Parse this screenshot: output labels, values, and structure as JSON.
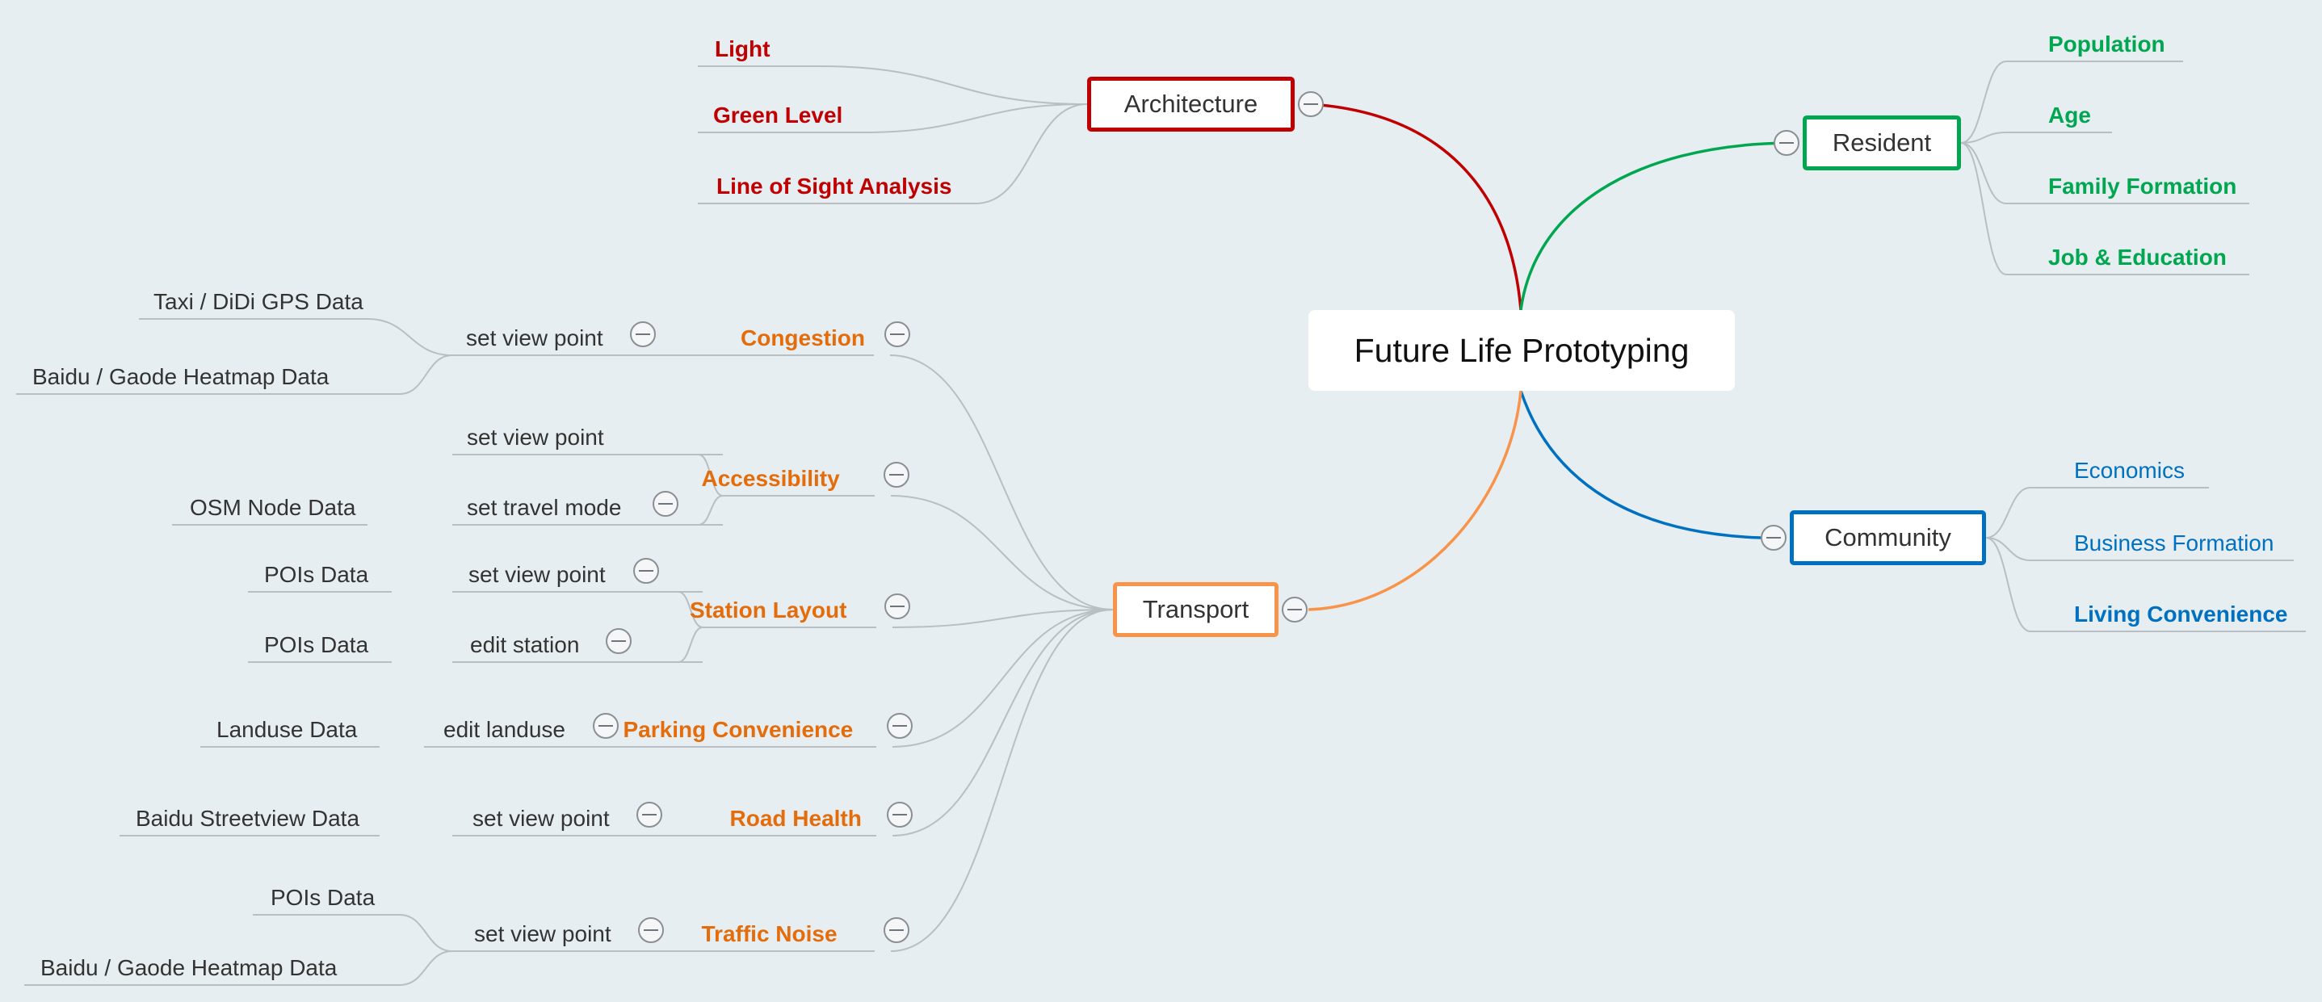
{
  "colors": {
    "background": "#e7eef2",
    "architecture": "#c00000",
    "resident": "#00a650",
    "community": "#0070c0",
    "transport": "#f7944a",
    "transport_label": "#e46c0a",
    "connector_gray": "#b8bec2",
    "text_dark": "#333333"
  },
  "root": {
    "label": "Future Life Prototyping"
  },
  "branches": {
    "architecture": {
      "label": "Architecture",
      "children": [
        "Light",
        "Green Level",
        "Line of Sight Analysis"
      ]
    },
    "resident": {
      "label": "Resident",
      "children": [
        "Population",
        "Age",
        "Family Formation",
        "Job & Education"
      ]
    },
    "community": {
      "label": "Community",
      "children": [
        "Economics",
        "Business Formation",
        "Living Convenience"
      ]
    },
    "transport": {
      "label": "Transport",
      "children": [
        {
          "label": "Congestion",
          "actions": [
            {
              "label": "set view point",
              "data": [
                "Taxi / DiDi GPS Data",
                "Baidu / Gaode Heatmap Data"
              ]
            }
          ]
        },
        {
          "label": "Accessibility",
          "actions": [
            {
              "label": "set view point",
              "data": []
            },
            {
              "label": "set travel mode",
              "data": [
                "OSM Node Data"
              ]
            }
          ]
        },
        {
          "label": "Station Layout",
          "actions": [
            {
              "label": "set view point",
              "data": [
                "POIs Data"
              ]
            },
            {
              "label": "edit station",
              "data": [
                "POIs Data"
              ]
            }
          ]
        },
        {
          "label": "Parking Convenience",
          "actions": [
            {
              "label": "edit landuse",
              "data": [
                "Landuse Data"
              ]
            }
          ]
        },
        {
          "label": "Road Health",
          "actions": [
            {
              "label": "set view point",
              "data": [
                "Baidu Streetview Data"
              ]
            }
          ]
        },
        {
          "label": "Traffic Noise",
          "actions": [
            {
              "label": "set view point",
              "data": [
                "POIs Data",
                "Baidu / Gaode Heatmap Data"
              ]
            }
          ]
        }
      ]
    }
  }
}
